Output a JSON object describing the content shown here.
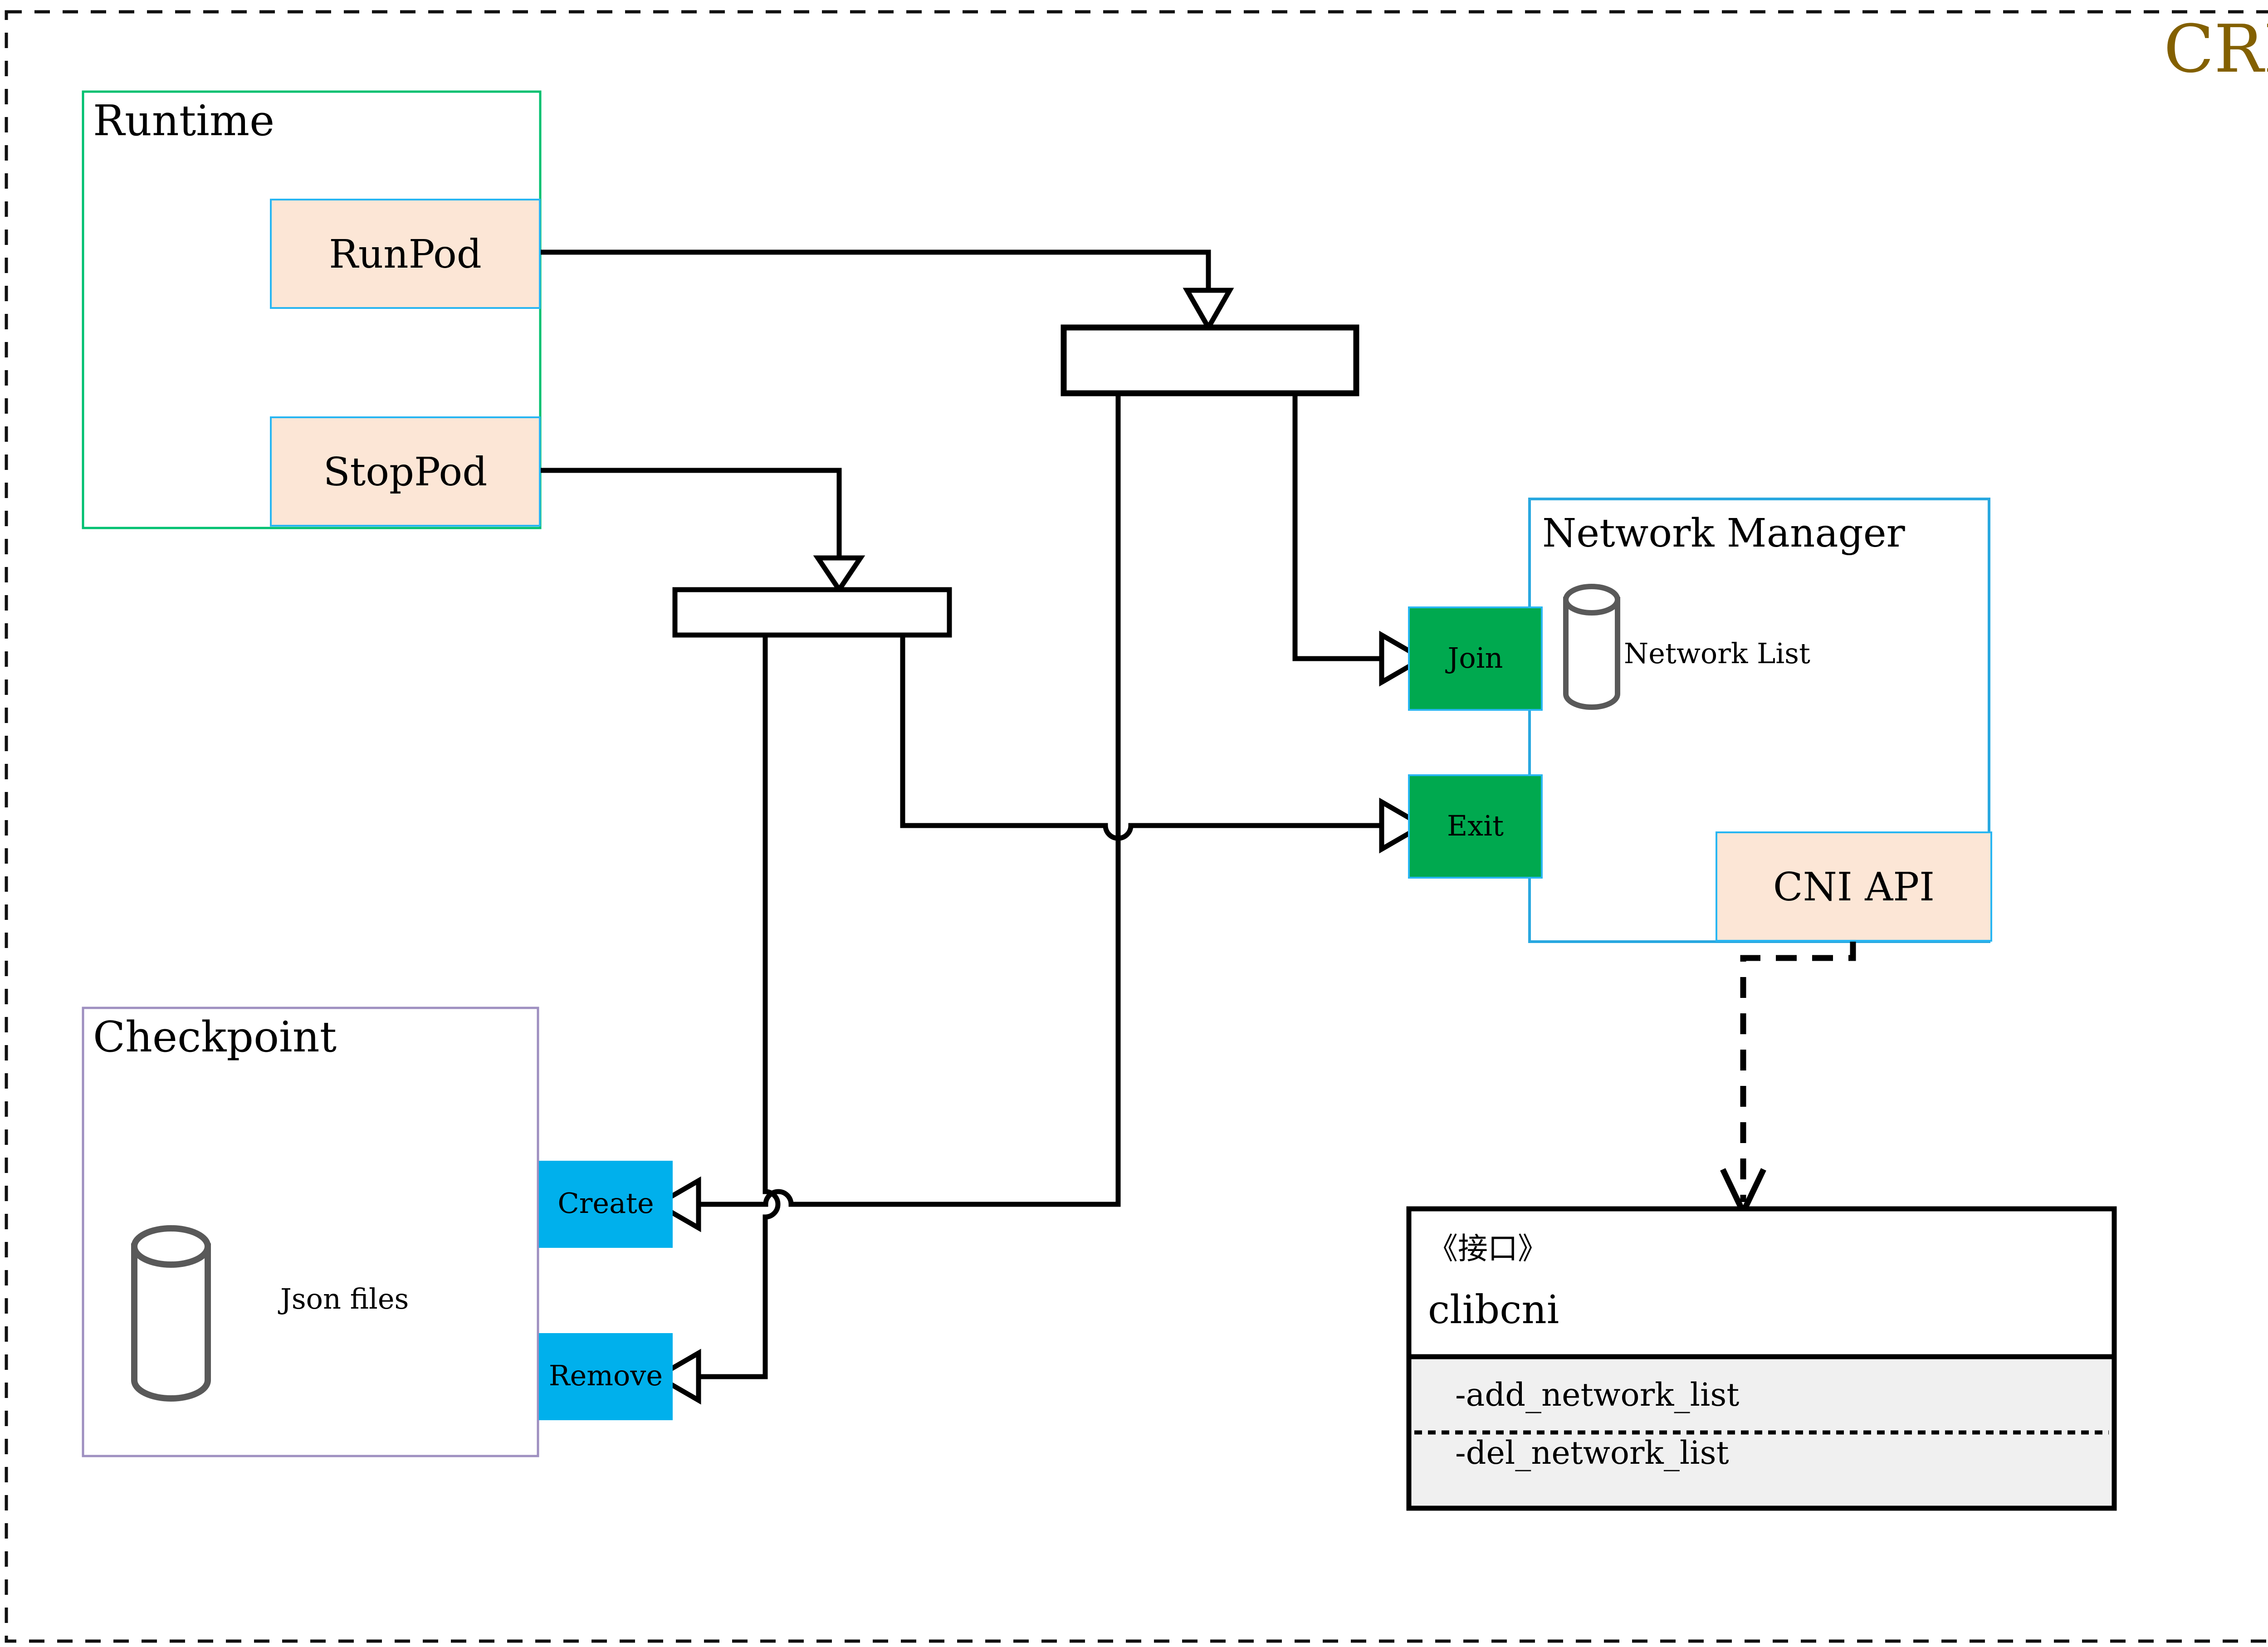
{
  "diagram": {
    "title": "CRI",
    "title_color": "#836000",
    "outer_border_style": "dashed"
  },
  "colors": {
    "runtime_border": "#00C070",
    "checkpoint_border": "#9E8FC0",
    "pod_fill": "#FCE6D6",
    "pod_border": "#29B6F2",
    "network_manager_border": "#29A8E0",
    "cni_api_fill": "#FCE6D6",
    "cni_api_border": "#29B6F2",
    "green_action_fill": "#00A94F",
    "green_action_border": "#29B6F2",
    "blue_action_fill": "#00B0EC",
    "interface_header_fill": "#FFFFFF",
    "interface_body_fill": "#F0F0F0",
    "interface_border": "#000000",
    "cylinder_stroke": "#595959",
    "connector": "#000000"
  },
  "runtime": {
    "label": "Runtime",
    "actions": [
      {
        "label": "RunPod"
      },
      {
        "label": "StopPod"
      }
    ]
  },
  "checkpoint": {
    "label": "Checkpoint",
    "store_label": "Json files",
    "actions": [
      {
        "label": "Create"
      },
      {
        "label": "Remove"
      }
    ]
  },
  "network_manager": {
    "label": "Network Manager",
    "store_label": "Network List",
    "api_label": "CNI API",
    "entry_points": [
      {
        "label": "Join"
      },
      {
        "label": "Exit"
      }
    ]
  },
  "interface_box": {
    "stereotype": "《接口》",
    "name": "clibcni",
    "operations": [
      "-add_network_list",
      "-del_network_list"
    ]
  },
  "fork_bars": [
    {
      "name": "runpod-fork-bar"
    },
    {
      "name": "stoppod-fork-bar"
    }
  ]
}
